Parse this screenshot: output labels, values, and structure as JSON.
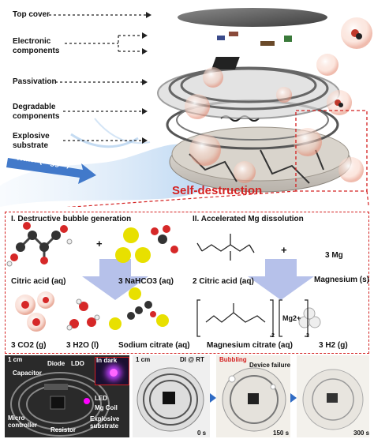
{
  "layer_labels": [
    "Top cover",
    "Electronic components",
    "Passivation",
    "Degradable components",
    "Explosive substrate"
  ],
  "water_label": "Water (trigger)",
  "self_destruction": "Self-destruction",
  "panel1": {
    "title": "I. Destructive bubble generation",
    "reactants": [
      "Citric acid (aq)",
      "3 NaHCO3 (aq)"
    ],
    "products": [
      "3 CO2 (g)",
      "3 H2O (l)",
      "Sodium citrate (aq)"
    ],
    "plus": "+"
  },
  "panel2": {
    "title": "II. Accelerated Mg dissolution",
    "reactants": [
      "2 Citric acid (aq)",
      "3 Mg",
      "Magnesium (s)"
    ],
    "products": [
      "Magnesium citrate (aq)",
      "3 H2 (g)"
    ],
    "ion": "Mg2+",
    "subscript_2": "2",
    "subscript_3": "3",
    "plus": "+"
  },
  "photos": {
    "scale": "1 cm",
    "in_dark": "In dark",
    "component_labels": [
      "Capacitor",
      "Diode",
      "LDO",
      "LED",
      "Mg Coil",
      "Micro controller",
      "Resistor",
      "Explosive substrate"
    ],
    "condition": "DI @ RT",
    "bubbling": "Bubbling",
    "device_failure": "Device failure",
    "times": [
      "0 s",
      "150 s",
      "300 s"
    ]
  },
  "colors": {
    "accent_red": "#d42020",
    "water_blue": "#2f6bc4",
    "arrow_blue": "#a9b6e6"
  }
}
